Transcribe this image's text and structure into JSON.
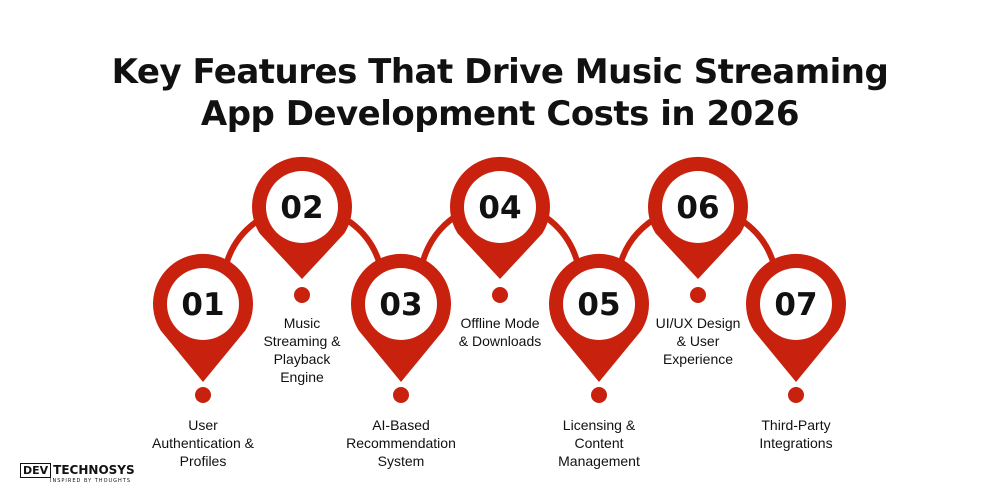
{
  "title_line1": "Key Features That Drive Music Streaming",
  "title_line2": "App Development Costs in 2026",
  "accent_color": "#c8220f",
  "features": [
    {
      "num": "01",
      "label": "User\nAuthentication &\nProfiles"
    },
    {
      "num": "02",
      "label": "Music\nStreaming &\nPlayback\nEngine"
    },
    {
      "num": "03",
      "label": "AI-Based\nRecommendation\nSystem"
    },
    {
      "num": "04",
      "label": "Offline Mode\n& Downloads"
    },
    {
      "num": "05",
      "label": "Licensing &\nContent\nManagement"
    },
    {
      "num": "06",
      "label": "UI/UX Design\n& User\nExperience"
    },
    {
      "num": "07",
      "label": "Third-Party\nIntegrations"
    }
  ],
  "logo": {
    "mark": "DEV",
    "name": "TECHNOSYS",
    "tagline": "INSPIRED BY THOUGHTS"
  }
}
